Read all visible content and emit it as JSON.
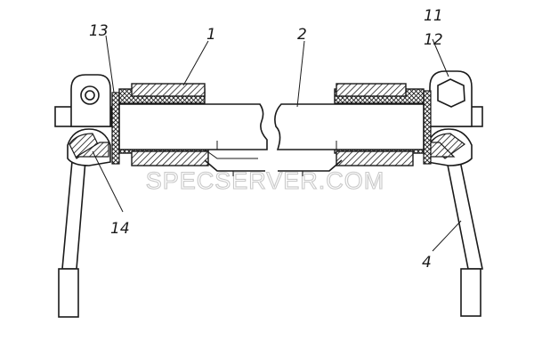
{
  "diagram": {
    "callouts": {
      "c1": "1",
      "c2": "2",
      "c4": "4",
      "c11": "11",
      "c12": "12",
      "c13": "13",
      "c14": "14"
    },
    "watermark": "SPECSERVER.COM"
  }
}
